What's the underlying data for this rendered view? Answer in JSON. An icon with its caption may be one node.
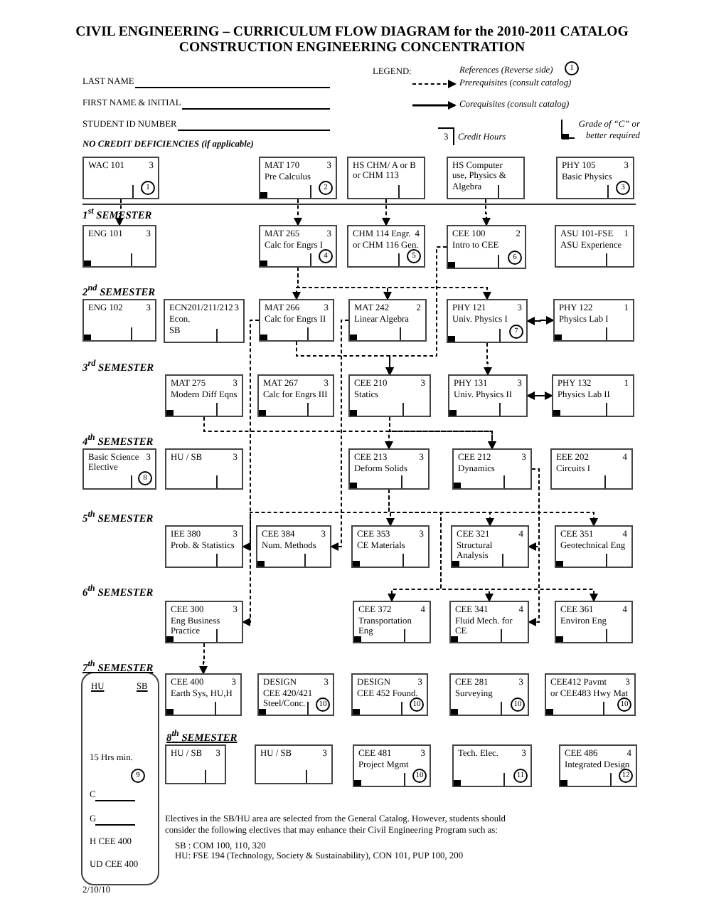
{
  "diagram": {
    "title": "CIVIL ENGINEERING – CURRICULUM FLOW DIAGRAM for the 2010-2011 CATALOG CONSTRUCTION ENGINEERING CONCENTRATION",
    "nodes": [
      {
        "text": [
          "WAC 101",
          "3",
          "1"
        ]
      },
      {
        "text": [
          "MAT 170",
          "3",
          "Pre Calculus",
          "2"
        ]
      },
      {
        "text": [
          "HS CHM/ A or B or CHM 113"
        ]
      },
      {
        "text": [
          "HS Computer use, Physics & Algebra"
        ]
      },
      {
        "text": [
          "PHY 105",
          "3",
          "Basic Physics",
          "3"
        ]
      },
      {
        "text": [
          "ENG 101",
          "3"
        ]
      },
      {
        "text": [
          "MAT 265",
          "3",
          "Calc for Engrs I",
          "4"
        ]
      },
      {
        "text": [
          "CHM 114 Engr.",
          "4",
          "or CHM 116 Gen.",
          "5"
        ]
      },
      {
        "text": [
          "CEE 100",
          "2",
          "Intro to CEE",
          "6"
        ]
      },
      {
        "text": [
          "ASU 101-FSE",
          "1",
          "ASU Experience"
        ]
      },
      {
        "text": [
          "ENG 102",
          "3"
        ]
      },
      {
        "text": [
          "ECN201/211/212",
          "3",
          "Econ.",
          "SB"
        ]
      },
      {
        "text": [
          "MAT 266",
          "3",
          "Calc for Engrs II"
        ]
      },
      {
        "text": [
          "MAT 242",
          "2",
          "Linear Algebra"
        ]
      },
      {
        "text": [
          "PHY 121",
          "3",
          "Univ. Physics I",
          "7"
        ]
      },
      {
        "text": [
          "PHY 122",
          "1",
          "Physics Lab I"
        ]
      },
      {
        "text": [
          "MAT 275",
          "3",
          "Modern Diff Eqns"
        ]
      },
      {
        "text": [
          "MAT 267",
          "3",
          "Calc for Engrs III"
        ]
      },
      {
        "text": [
          "CEE 210",
          "3",
          "Statics"
        ]
      },
      {
        "text": [
          "PHY 131",
          "3",
          "Univ. Physics II"
        ]
      },
      {
        "text": [
          "PHY 132",
          "1",
          "Physics Lab II"
        ]
      },
      {
        "text": [
          "Basic Science Elective",
          "3",
          "8"
        ]
      },
      {
        "text": [
          "HU / SB",
          "3"
        ]
      },
      {
        "text": [
          "CEE 213",
          "3",
          "Deform Solids"
        ]
      },
      {
        "text": [
          "CEE 212",
          "3",
          "Dynamics"
        ]
      },
      {
        "text": [
          "EEE 202",
          "4",
          "Circuits I"
        ]
      },
      {
        "text": [
          "IEE 380",
          "3",
          "Prob. & Statistics"
        ]
      },
      {
        "text": [
          "CEE 384",
          "3",
          "Num. Methods"
        ]
      },
      {
        "text": [
          "CEE 353",
          "3",
          "CE Materials"
        ]
      },
      {
        "text": [
          "CEE 321",
          "4",
          "Structural Analysis"
        ]
      },
      {
        "text": [
          "CEE 351",
          "4",
          "Geotechnical Eng"
        ]
      },
      {
        "text": [
          "CEE 300",
          "3",
          "Eng Business Practice"
        ]
      },
      {
        "text": [
          "CEE 372",
          "4",
          "Transportation Eng"
        ]
      },
      {
        "text": [
          "CEE 341",
          "4",
          "Fluid Mech. for CE"
        ]
      },
      {
        "text": [
          "CEE 361",
          "4",
          "Environ Eng"
        ]
      },
      {
        "text": [
          "HU",
          "SB",
          "15 Hrs min.",
          "9",
          "C",
          "G",
          "H CEE 400",
          "UD CEE 400"
        ]
      },
      {
        "text": [
          "CEE 400",
          "3",
          "Earth Sys, HU,H"
        ]
      },
      {
        "text": [
          "DESIGN",
          "3",
          "CEE 420/421 Steel/Conc.",
          "10"
        ]
      },
      {
        "text": [
          "DESIGN",
          "3",
          "CEE 452 Found.",
          "10"
        ]
      },
      {
        "text": [
          "CEE 281",
          "3",
          "Surveying",
          "10"
        ]
      },
      {
        "text": [
          "CEE412 Pavmt",
          "3",
          "or CEE483 Hwy Mat",
          "10"
        ]
      },
      {
        "text": [
          "HU / SB",
          "3"
        ]
      },
      {
        "text": [
          "HU / SB",
          "3"
        ]
      },
      {
        "text": [
          "CEE 481",
          "3",
          "Project Mgmt",
          "10"
        ]
      },
      {
        "text": [
          "Tech. Elec.",
          "3",
          "11"
        ]
      },
      {
        "text": [
          "CEE 486",
          "4",
          "Integrated Design",
          "12"
        ]
      }
    ],
    "edges": [
      {
        "from": 0,
        "to": 5,
        "arrow": "to",
        "style": "dashed"
      },
      {
        "from": 1,
        "to": 6,
        "arrow": "to",
        "style": "dashed"
      },
      {
        "from": 2,
        "to": 7,
        "arrow": "to",
        "style": "dashed"
      },
      {
        "from": 3,
        "to": 8,
        "arrow": "to",
        "style": "dashed"
      },
      {
        "from": 6,
        "to": 12,
        "arrow": "to",
        "style": "dashed"
      },
      {
        "from": 6,
        "to": 13,
        "arrow": "to",
        "style": "dashed"
      },
      {
        "from": 6,
        "to": 14,
        "arrow": "to",
        "style": "dashed"
      },
      {
        "from": 14,
        "to": 15,
        "arrow": "both"
      },
      {
        "from": 8,
        "to": 18,
        "arrow": "to",
        "style": "dashed"
      },
      {
        "from": 12,
        "to": 18,
        "arrow": "to",
        "style": "dashed"
      },
      {
        "from": 14,
        "to": 19,
        "arrow": "to",
        "style": "dashed"
      },
      {
        "from": 19,
        "to": 20,
        "arrow": "both"
      },
      {
        "from": 12,
        "to": 26,
        "arrow": "to",
        "style": "dashed"
      },
      {
        "from": 13,
        "to": 27,
        "arrow": "to",
        "style": "dashed"
      },
      {
        "from": 16,
        "to": 24,
        "arrow": "to",
        "style": "dashed"
      },
      {
        "from": 18,
        "to": 23,
        "arrow": "to",
        "style": "dashed"
      },
      {
        "from": 18,
        "to": 24,
        "arrow": "to",
        "style": "dashed"
      },
      {
        "from": 23,
        "to": 28,
        "arrow": "to",
        "style": "dashed"
      },
      {
        "from": 23,
        "to": 29,
        "arrow": "to",
        "style": "dashed"
      },
      {
        "from": 23,
        "to": 30,
        "arrow": "to",
        "style": "dashed"
      },
      {
        "from": 24,
        "to": 29,
        "arrow": "to",
        "style": "dashed"
      },
      {
        "from": 23,
        "to": 32,
        "arrow": "to",
        "style": "dashed"
      },
      {
        "from": 23,
        "to": 33,
        "arrow": "to",
        "style": "dashed"
      },
      {
        "from": 23,
        "to": 34,
        "arrow": "to",
        "style": "dashed"
      },
      {
        "from": 24,
        "to": 33,
        "arrow": "to",
        "style": "dashed"
      },
      {
        "from": 23,
        "to": 31,
        "arrow": "to",
        "style": "dashed"
      },
      {
        "from": 31,
        "to": 36,
        "arrow": "to",
        "style": "dashed"
      }
    ],
    "labels": [
      "LAST NAME",
      "FIRST NAME & INITIAL",
      "STUDENT ID NUMBER",
      "NO CREDIT DEFICIENCIES (if applicable)",
      "LEGEND:",
      "1",
      "3",
      "1$^{st}$ SEMESTER",
      "2$^{nd}$ SEMESTER",
      "3$^{rd}$ SEMESTER",
      "4$^{th}$ SEMESTER",
      "5$^{th}$ SEMESTER",
      "6$^{th}$ SEMESTER",
      "7$^{th}$ SEMESTER",
      "8$^{th}$ SEMESTER",
      "Electives in the SB/HU area are selected from the General Catalog. However, students should consider the following electives that may enhance their Civil Engineering Program such as:",
      "SB : COM 100, 110, 320",
      "HU: FSE 194 (Technology, Society & Sustainability), CON 101, PUP 100, 200",
      "2/10/10"
    ],
    "legend": [
      {
        "text": "References (Reverse side)"
      },
      {
        "text": "Prerequisites (consult catalog)"
      },
      {
        "text": "Corequisites (consult catalog)"
      },
      {
        "text": "Credit Hours"
      },
      {
        "text": "Grade of “C” or better required"
      }
    ]
  }
}
